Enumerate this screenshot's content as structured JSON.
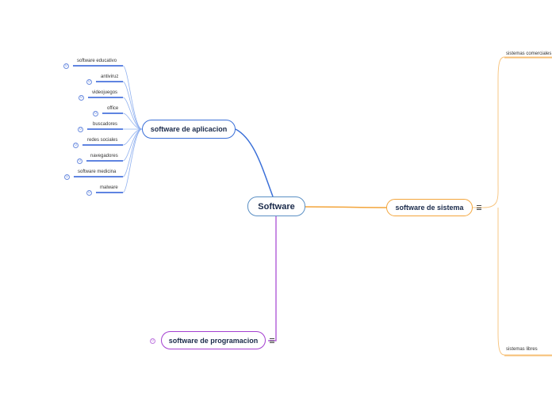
{
  "root": {
    "label": "Software"
  },
  "branches": {
    "app": {
      "label": "software de aplicacion",
      "color": "#3a6fd8",
      "children": [
        {
          "label": "software educativo",
          "badge": "0"
        },
        {
          "label": "antiviruz",
          "badge": "0"
        },
        {
          "label": "videojuegos",
          "badge": "0"
        },
        {
          "label": "office",
          "badge": "0"
        },
        {
          "label": "buscadores",
          "badge": "0"
        },
        {
          "label": "redes sociales",
          "badge": "0"
        },
        {
          "label": "navegadores",
          "badge": "0"
        },
        {
          "label": "software medicina",
          "badge": "0"
        },
        {
          "label": "malware",
          "badge": "0"
        }
      ]
    },
    "sys": {
      "label": "software de sistema",
      "color": "#f3a53b",
      "children": [
        {
          "label": "sistemas comerciales"
        },
        {
          "label": "sistemas libres"
        }
      ]
    },
    "prog": {
      "label": "software de programacion",
      "color": "#a43fd0",
      "badge": "0"
    }
  },
  "colors": {
    "root_border": "#5a8fc4",
    "app_underline": "#2a5bd7",
    "app_connector": "#8fb0ef",
    "sys_connector": "#f7c27a"
  },
  "icons": {
    "collapsed_menu": "hamburger-menu-icon",
    "count_badge": "count-badge-icon"
  }
}
